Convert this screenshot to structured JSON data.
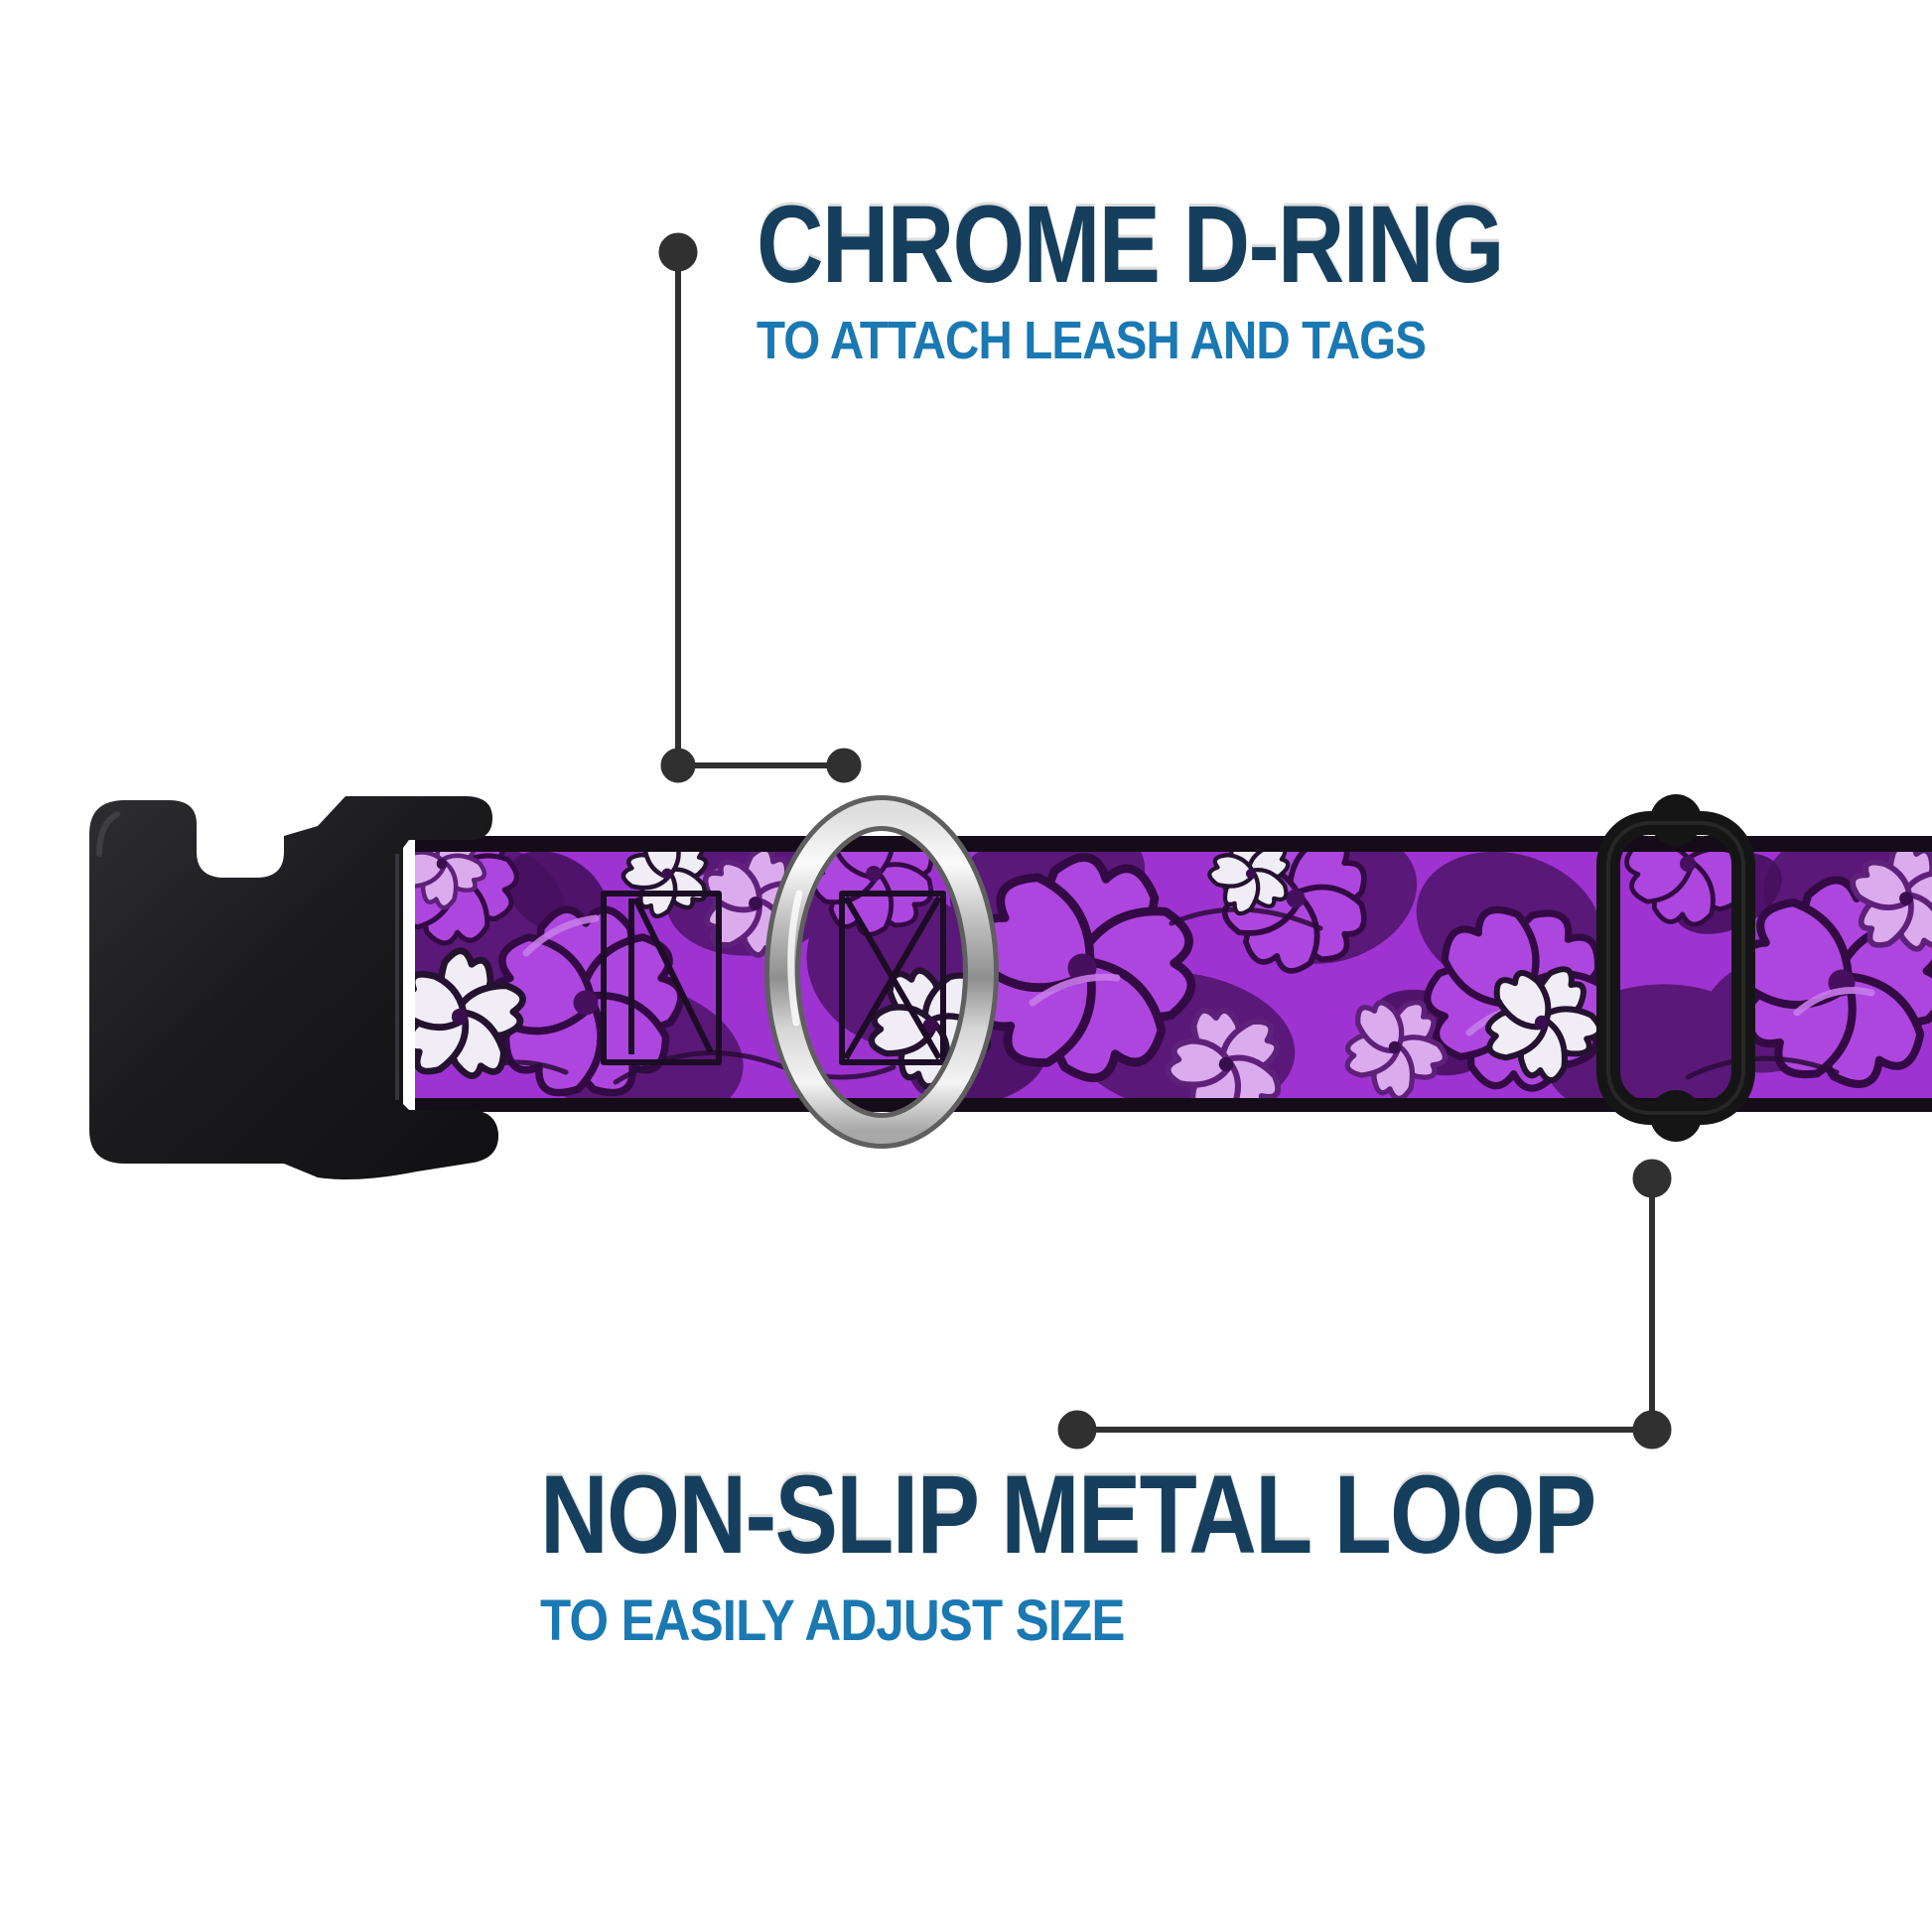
{
  "callouts": {
    "dring": {
      "title": "CHROME D-RING",
      "subtitle": "TO ATTACH LEASH AND TAGS"
    },
    "loop": {
      "title": "NON-SLIP METAL LOOP",
      "subtitle": "TO EASILY ADJUST SIZE"
    }
  },
  "product": {
    "parts": [
      "black-side-release-buckle",
      "purple-hibiscus-floral-webbing",
      "chrome-d-ring",
      "black-non-slip-metal-slider-loop"
    ],
    "pattern_theme": "purple hawaiian hibiscus and plumeria flowers"
  },
  "colors": {
    "background": "#ffffff",
    "title_text": "#163f5d",
    "subtitle_text": "#1a78b2",
    "leader_line": "#303030",
    "webbing_base": "#9e33d2",
    "webbing_dark_flower": "#5a1878",
    "webbing_bright_petal": "#ad46de",
    "webbing_lavender": "#dcabee",
    "webbing_white_flower": "#f1edf6",
    "webbing_binding": "#150c19",
    "buckle_plastic": "#1d1d20",
    "slider_metal": "#151515",
    "chrome_light": "#f5f5f5",
    "chrome_dark": "#8f8f8f"
  }
}
